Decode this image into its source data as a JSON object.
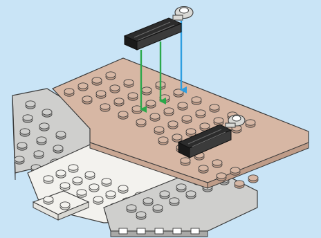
{
  "illustration": {
    "kind": "building-instruction-step",
    "background_color": "#c9e4f6",
    "colors": {
      "tan_plate": "#d7b7a4",
      "tan_plate_side": "#bf9c88",
      "white_plate": "#f3f2ee",
      "white_plate_side": "#d9d8d3",
      "light_gray_plate": "#cfcfcd",
      "light_gray_side": "#a8a8a6",
      "dark_tile": "#2c2c2c",
      "clip_gray": "#d9d9d6",
      "arrow_green": "#2aa84a",
      "arrow_blue": "#2e9ee0",
      "outline": "#3a3a3a"
    },
    "parts": [
      {
        "name": "tan-plate",
        "color": "tan"
      },
      {
        "name": "white-plate",
        "color": "white"
      },
      {
        "name": "light-gray-wedge-plate",
        "color": "light gray"
      },
      {
        "name": "black-tile-with-clip-new",
        "color": "black",
        "state": "incoming"
      },
      {
        "name": "black-tile-with-clip-placed",
        "color": "black",
        "state": "placed"
      }
    ],
    "arrows": [
      {
        "name": "arrow-1",
        "color": "green"
      },
      {
        "name": "arrow-2",
        "color": "green"
      },
      {
        "name": "arrow-3",
        "color": "blue"
      }
    ]
  }
}
